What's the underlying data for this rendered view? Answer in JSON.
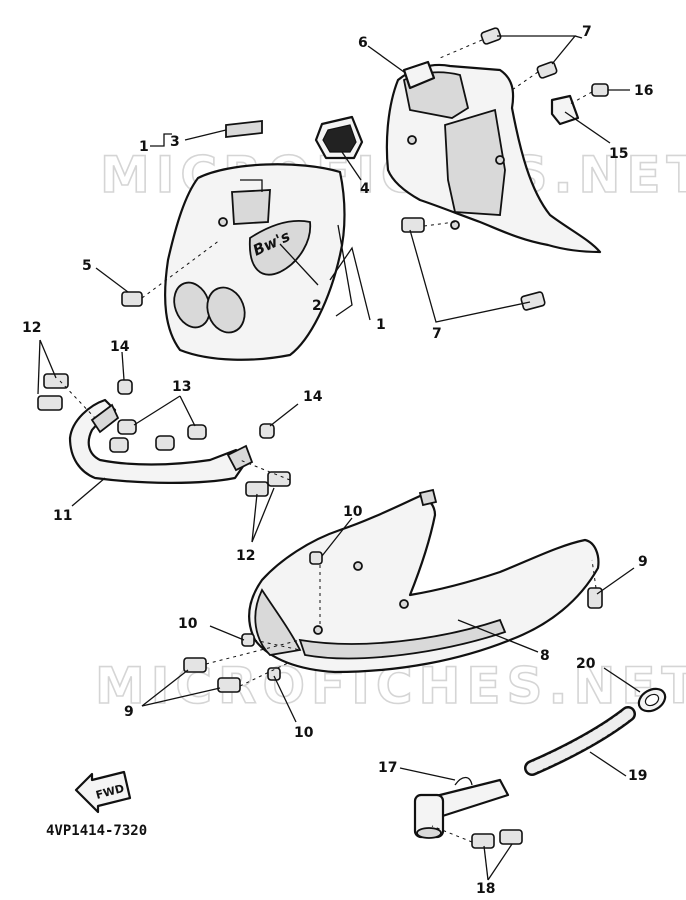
{
  "watermark": "MICROFICHES.NET",
  "figure_code": "4VP1414-7320",
  "fwd_label": "FWD",
  "decal_text": "Bw's",
  "callouts": [
    {
      "id": "c1a",
      "text": "1"
    },
    {
      "id": "c3",
      "text": "3"
    },
    {
      "id": "c4",
      "text": "4"
    },
    {
      "id": "c5",
      "text": "5"
    },
    {
      "id": "c2",
      "text": "2"
    },
    {
      "id": "c1b",
      "text": "1"
    },
    {
      "id": "c6",
      "text": "6"
    },
    {
      "id": "c7a",
      "text": "7"
    },
    {
      "id": "c16",
      "text": "16"
    },
    {
      "id": "c15",
      "text": "15"
    },
    {
      "id": "c7b",
      "text": "7"
    },
    {
      "id": "c12a",
      "text": "12"
    },
    {
      "id": "c14a",
      "text": "14"
    },
    {
      "id": "c13",
      "text": "13"
    },
    {
      "id": "c14b",
      "text": "14"
    },
    {
      "id": "c11",
      "text": "11"
    },
    {
      "id": "c12b",
      "text": "12"
    },
    {
      "id": "c10a",
      "text": "10"
    },
    {
      "id": "c9a",
      "text": "9"
    },
    {
      "id": "c10b",
      "text": "10"
    },
    {
      "id": "c8",
      "text": "8"
    },
    {
      "id": "c9b",
      "text": "9"
    },
    {
      "id": "c10c",
      "text": "10"
    },
    {
      "id": "c20",
      "text": "20"
    },
    {
      "id": "c17",
      "text": "17"
    },
    {
      "id": "c19",
      "text": "19"
    },
    {
      "id": "c18",
      "text": "18"
    }
  ]
}
